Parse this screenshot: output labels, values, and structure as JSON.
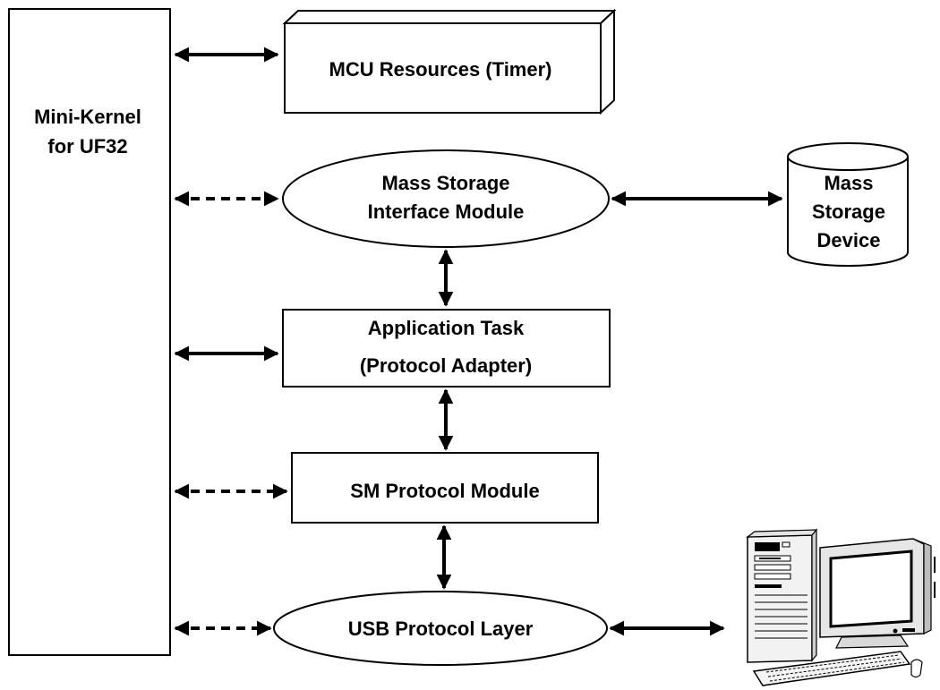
{
  "kernel": {
    "line1": "Mini-Kernel",
    "line2": "for UF32"
  },
  "mcu": {
    "label": "MCU Resources (Timer)"
  },
  "mass_storage_interface": {
    "line1": "Mass Storage",
    "line2": "Interface Module"
  },
  "mass_storage_device": {
    "line1": "Mass",
    "line2": "Storage",
    "line3": "Device"
  },
  "application_task": {
    "line1": "Application Task",
    "line2": "(Protocol Adapter)"
  },
  "sm_protocol": {
    "label": "SM Protocol Module"
  },
  "usb_protocol": {
    "label": "USB Protocol Layer"
  },
  "host_computer": {
    "icon": "desktop-computer-icon"
  }
}
